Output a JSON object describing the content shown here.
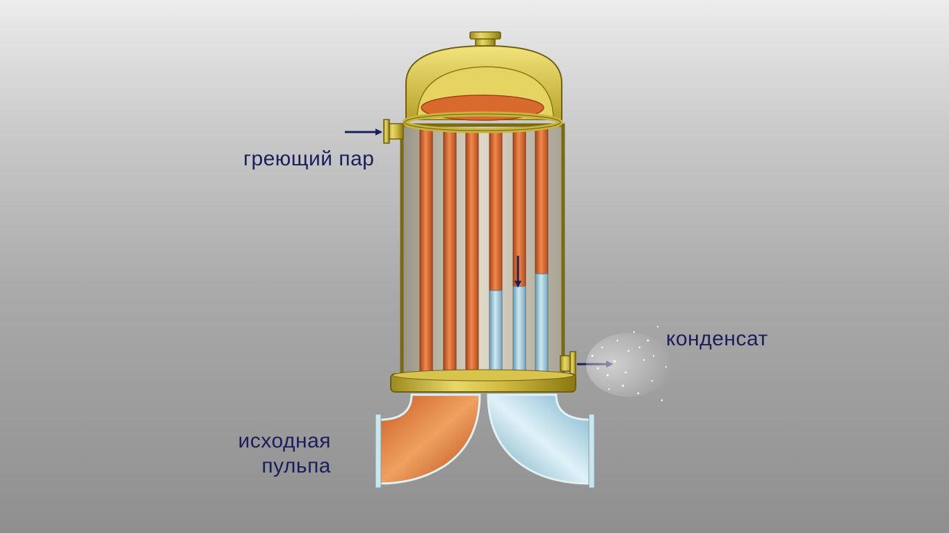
{
  "labels": {
    "heating_steam": "греющий пар",
    "condensate": "конденсат",
    "feed_pulp_line1": "исходная",
    "feed_pulp_line2": "пульпа"
  },
  "colors": {
    "brass": "#c8b43c",
    "copper_tube": "#d86a2e",
    "solution_blue": "#9cc6d8",
    "arrow": "#1b1e5c",
    "label_text": "#1b1e5c"
  }
}
